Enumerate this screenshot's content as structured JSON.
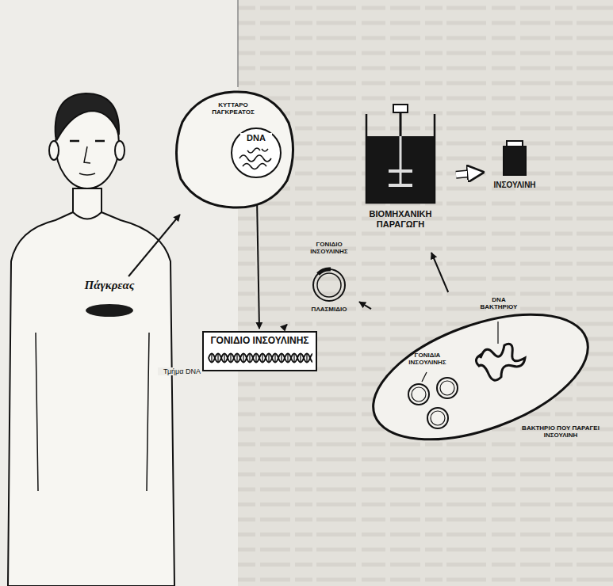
{
  "diagram": {
    "nodes": [
      {
        "text": [
          "Πάγκρεας"
        ]
      },
      {
        "text": [
          "ΚΥΤΤΑΡΟ ΠΑΓΚΡΕΑΤΟΣ"
        ]
      },
      {
        "text": [
          "DNA"
        ],
        "in": 1
      },
      {
        "text": [
          "ΓΟΝΙΔΙΟ ΙΝΣΟΥΛΙΝΗΣ",
          "Τμήμα DNA"
        ]
      },
      {
        "text": [
          "ΓΟΝΙΔΙΟ ΙΝΣΟΥΛΙΝΗΣ",
          "ΠΛΑΣΜΙΔΙΟ"
        ]
      },
      {
        "text": [
          "ΒΙΟΜΗΧΑΝΙΚΗ ΠΑΡΑΓΩΓΗ"
        ]
      },
      {
        "text": [
          "ΙΝΣΟΥΛΙΝΗ"
        ]
      },
      {
        "text": [
          "DNA ΒΑΚΤΗΡΙΟΥ",
          "ΓΟΝΙΔΙΑ ΙΝΣΟΥΛΙΝΗΣ",
          "ΒΑΚΤΗΡΙΟ ΠΟΥ ΠΑΡΑΓΕΙ ΙΝΣΟΥΛΙΝΗ"
        ]
      }
    ],
    "edges": [
      {
        "from": 0,
        "to": 1,
        "arrow": "to"
      },
      {
        "from": 2,
        "to": 3,
        "arrow": "to"
      },
      {
        "from": 3,
        "to": 4,
        "arrow": "to"
      },
      {
        "from": 4,
        "to": 7,
        "arrow": "to"
      },
      {
        "from": 7,
        "to": 5,
        "arrow": "to"
      },
      {
        "from": 5,
        "to": 6,
        "arrow": "to"
      }
    ]
  }
}
